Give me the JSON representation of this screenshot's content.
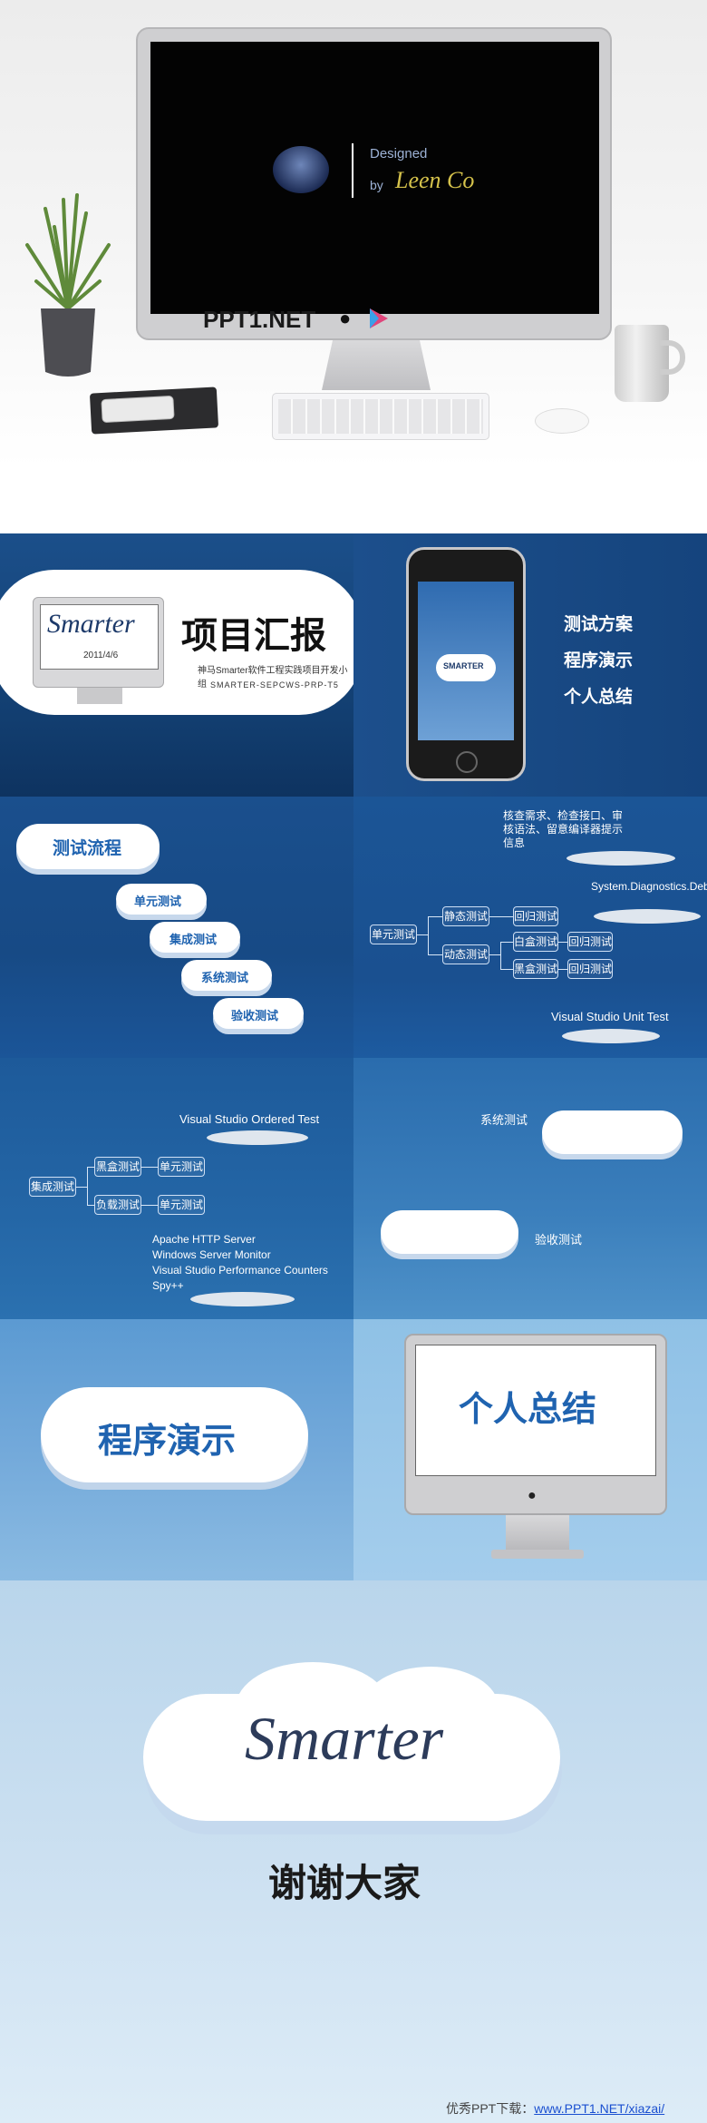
{
  "hero": {
    "brand": "PPT1.NET",
    "designed": "Designed",
    "by": "by",
    "signature": "Leen Co"
  },
  "slides": {
    "title_slide": {
      "title": "项目汇报",
      "date": "2011/4/6",
      "logo": "Smarter",
      "subtitle": "神马Smarter软件工程实践项目开发小组",
      "code": "SMARTER-SEPCWS-PRP-T5"
    },
    "agenda": {
      "phone_label": "SMARTER",
      "items": [
        "测试方案",
        "程序演示",
        "个人总结"
      ]
    },
    "flow": {
      "title": "测试流程",
      "steps": [
        "单元测试",
        "集成测试",
        "系统测试",
        "验收测试"
      ]
    },
    "unit": {
      "note": "核查需求、检查接口、审核语法、留意编译器提示信息",
      "root": "单元测试",
      "static": "静态测试",
      "dynamic": "动态测试",
      "regress": "回归测试",
      "white": "白盒测试",
      "black": "黑盒测试",
      "regress2": "回归测试",
      "regress3": "回归测试",
      "api": "System.Diagnostics.Debug.WriteLine",
      "tool": "Visual Studio Unit Test"
    },
    "integration": {
      "ordered": "Visual Studio Ordered Test",
      "root": "集成测试",
      "black": "黑盒测试",
      "load": "负载测试",
      "unit1": "单元测试",
      "unit2": "单元测试",
      "tools": [
        "Apache HTTP Server",
        "Windows Server Monitor",
        "Visual Studio Performance Counters",
        "Spy++"
      ]
    },
    "system": {
      "system": "系统测试",
      "accept": "验收测试"
    },
    "demo": {
      "title": "程序演示"
    },
    "summary": {
      "title": "个人总结"
    }
  },
  "end": {
    "logo": "Smarter",
    "thanks": "谢谢大家",
    "footer_prefix": "优秀PPT下载：",
    "footer_link": "www.PPT1.NET/xiazai/"
  }
}
